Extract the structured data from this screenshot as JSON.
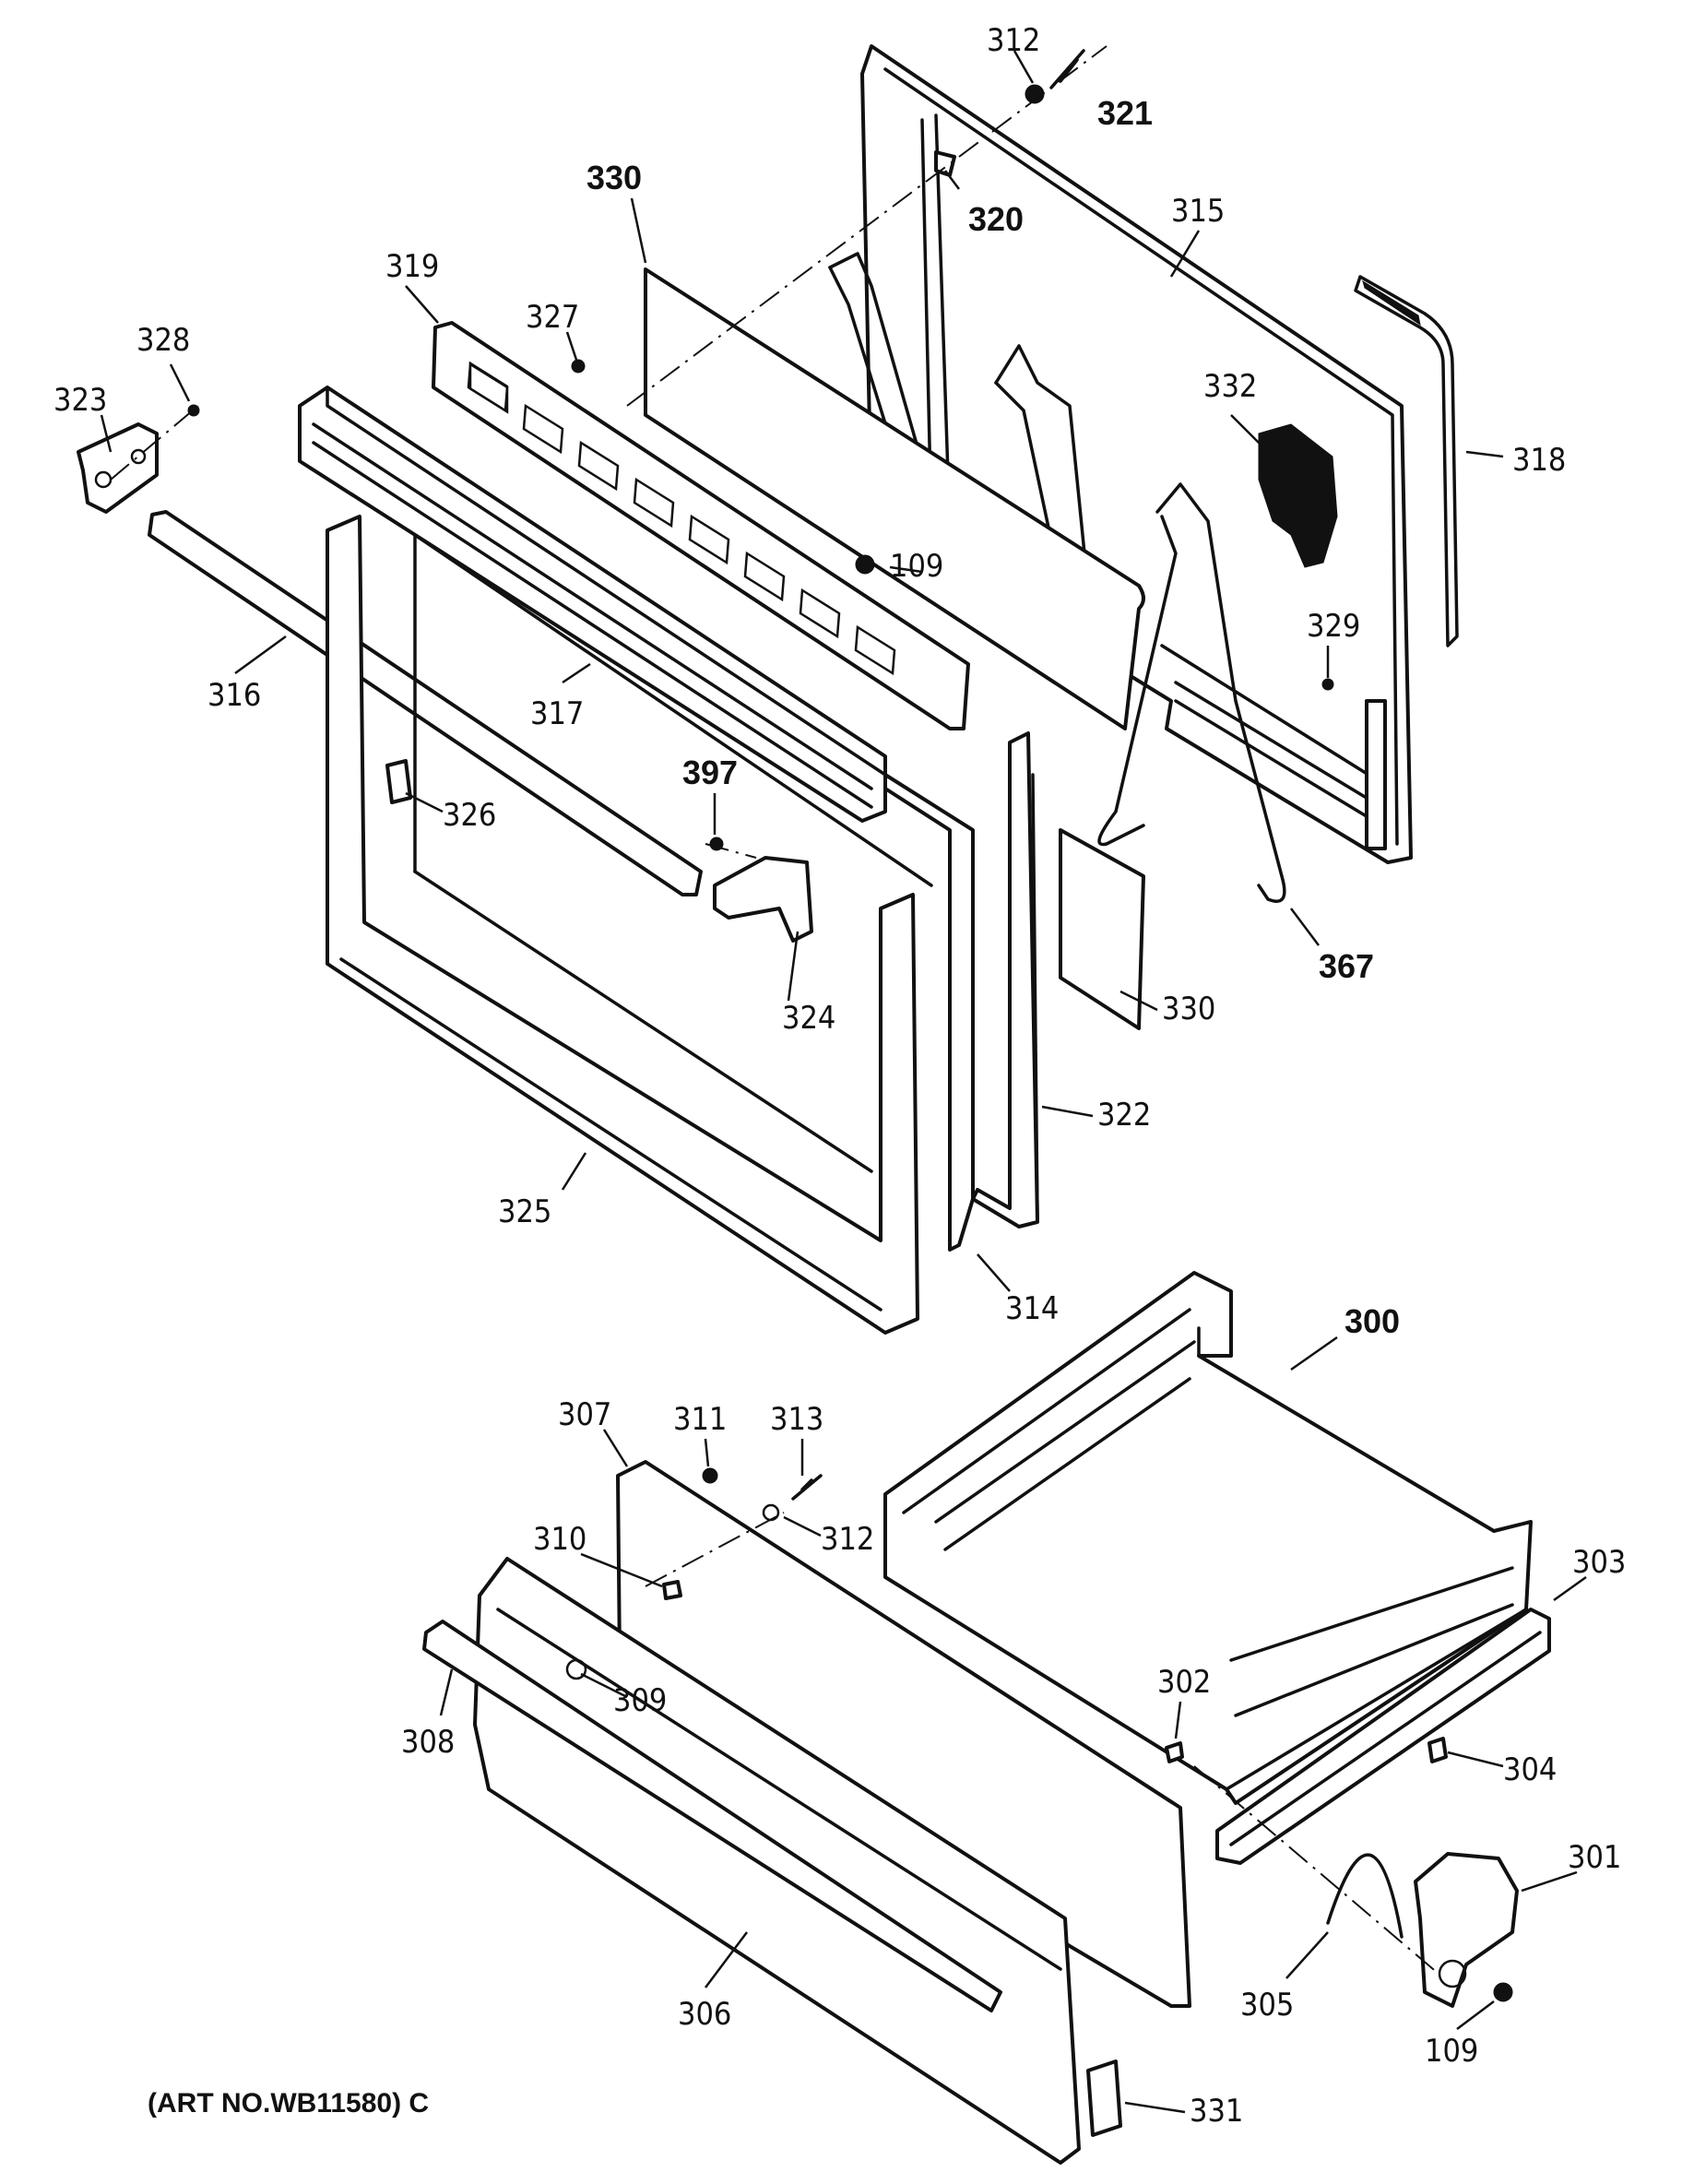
{
  "art_number": "(ART NO.WB11580) C",
  "parts": [
    {
      "id": "p312a",
      "label": "312",
      "bold": false
    },
    {
      "id": "p321",
      "label": "321",
      "bold": true
    },
    {
      "id": "p330a",
      "label": "330",
      "bold": true
    },
    {
      "id": "p320",
      "label": "320",
      "bold": true
    },
    {
      "id": "p315",
      "label": "315",
      "bold": false
    },
    {
      "id": "p319",
      "label": "319",
      "bold": false
    },
    {
      "id": "p327",
      "label": "327",
      "bold": false
    },
    {
      "id": "p328",
      "label": "328",
      "bold": false
    },
    {
      "id": "p323",
      "label": "323",
      "bold": false
    },
    {
      "id": "p332",
      "label": "332",
      "bold": false
    },
    {
      "id": "p318",
      "label": "318",
      "bold": false
    },
    {
      "id": "p109a",
      "label": "109",
      "bold": false
    },
    {
      "id": "p329",
      "label": "329",
      "bold": false
    },
    {
      "id": "p316",
      "label": "316",
      "bold": false
    },
    {
      "id": "p317",
      "label": "317",
      "bold": false
    },
    {
      "id": "p397",
      "label": "397",
      "bold": true
    },
    {
      "id": "p326",
      "label": "326",
      "bold": false
    },
    {
      "id": "p367",
      "label": "367",
      "bold": true
    },
    {
      "id": "p324",
      "label": "324",
      "bold": false
    },
    {
      "id": "p330b",
      "label": "330",
      "bold": false
    },
    {
      "id": "p322",
      "label": "322",
      "bold": false
    },
    {
      "id": "p325",
      "label": "325",
      "bold": false
    },
    {
      "id": "p314",
      "label": "314",
      "bold": false
    },
    {
      "id": "p300",
      "label": "300",
      "bold": true
    },
    {
      "id": "p307",
      "label": "307",
      "bold": false
    },
    {
      "id": "p311",
      "label": "311",
      "bold": false
    },
    {
      "id": "p313",
      "label": "313",
      "bold": false
    },
    {
      "id": "p312b",
      "label": "312",
      "bold": false
    },
    {
      "id": "p310",
      "label": "310",
      "bold": false
    },
    {
      "id": "p303",
      "label": "303",
      "bold": false
    },
    {
      "id": "p302",
      "label": "302",
      "bold": false
    },
    {
      "id": "p309",
      "label": "309",
      "bold": false
    },
    {
      "id": "p308",
      "label": "308",
      "bold": false
    },
    {
      "id": "p304",
      "label": "304",
      "bold": false
    },
    {
      "id": "p301",
      "label": "301",
      "bold": false
    },
    {
      "id": "p305",
      "label": "305",
      "bold": false
    },
    {
      "id": "p306",
      "label": "306",
      "bold": false
    },
    {
      "id": "p109b",
      "label": "109",
      "bold": false
    },
    {
      "id": "p331",
      "label": "331",
      "bold": false
    }
  ]
}
